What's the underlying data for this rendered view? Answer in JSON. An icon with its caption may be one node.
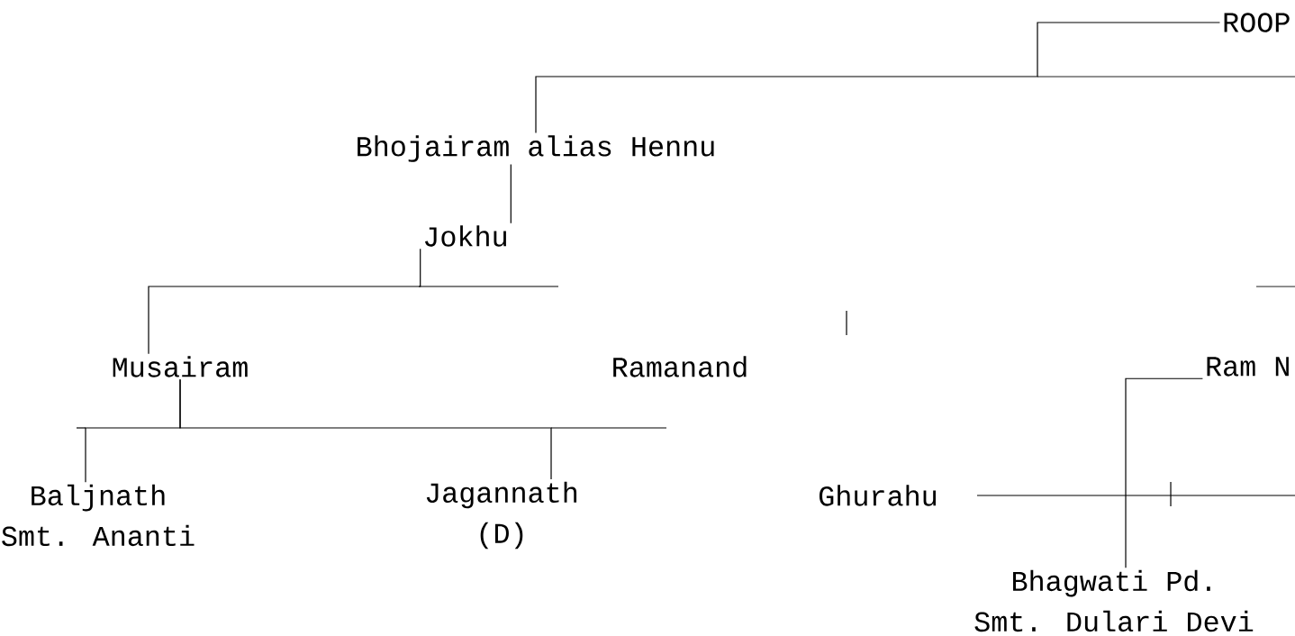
{
  "diagram": {
    "nodes": [
      {
        "text": [
          "ROOP"
        ]
      },
      {
        "text": [
          "Bhojairam alias Hennu"
        ]
      },
      {
        "text": [
          "Jokhu"
        ]
      },
      {
        "text": [
          "Musairam"
        ]
      },
      {
        "text": [
          "Ramanand"
        ]
      },
      {
        "text": [
          "Ram N"
        ]
      },
      {
        "text": [
          "Baljnath",
          "Smt. Ananti"
        ]
      },
      {
        "text": [
          "Jagannath",
          "(D)"
        ]
      },
      {
        "text": [
          "Ghurahu"
        ]
      },
      {
        "text": [
          "Bhagwati Pd.",
          "Smt. Dulari Devi"
        ]
      }
    ],
    "edges": [
      {
        "from": 0,
        "to": 1,
        "arrow": "none"
      },
      {
        "from": 1,
        "to": 2,
        "arrow": "none"
      },
      {
        "from": 2,
        "to": 3,
        "arrow": "none"
      },
      {
        "from": 3,
        "to": 6,
        "arrow": "none"
      },
      {
        "from": 3,
        "to": 7,
        "arrow": "none"
      },
      {
        "from": 5,
        "to": 9,
        "arrow": "none"
      }
    ]
  }
}
